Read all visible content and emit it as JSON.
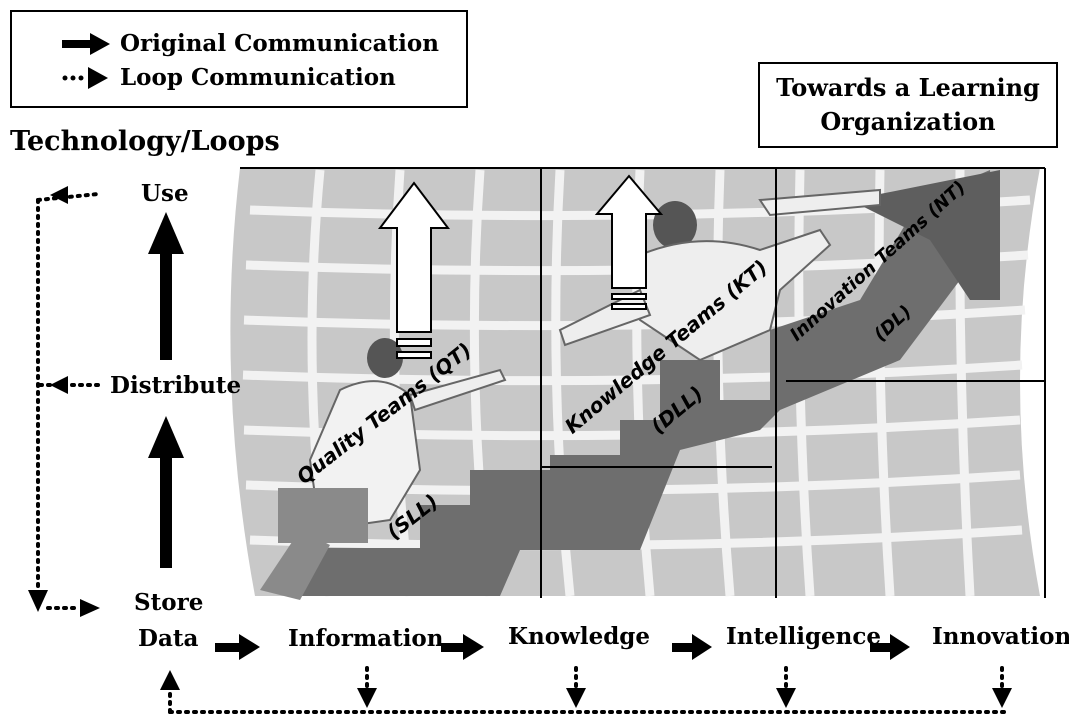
{
  "legend": {
    "original_label": "Original Communication",
    "loop_label": "Loop Communication"
  },
  "title": {
    "line1": "Towards a Learning",
    "line2": "Organization"
  },
  "heading": "Technology/Loops",
  "technology_levels": [
    "Use",
    "Distribute",
    "Store"
  ],
  "flow_steps": [
    "Data",
    "Information",
    "Knowledge",
    "Intelligence",
    "Innovation"
  ],
  "teams": {
    "quality": {
      "name": "Quality Teams (QT)",
      "loop": "(SLL)"
    },
    "knowledge": {
      "name": "Knowledge Teams (KT)",
      "loop": "(DLL)"
    },
    "innovation": {
      "name": "Innovation Teams (NT)",
      "loop": "(DL)"
    }
  },
  "colors": {
    "line": "#000000",
    "grid_background": "#c8c8c8",
    "grid_lines": "#f2f2f2",
    "stairs": "#6e6e6e",
    "figures": "#8a8a8a"
  }
}
